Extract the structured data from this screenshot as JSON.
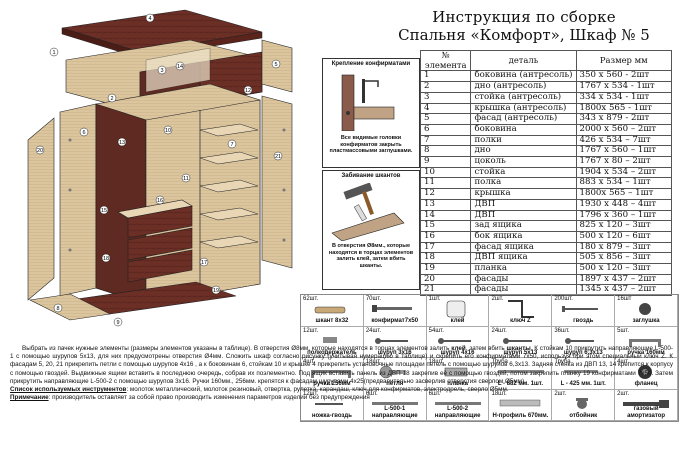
{
  "title": {
    "line1": "Инструкция по сборке",
    "line2": "Спальня «Комфорт», Шкаф № 5"
  },
  "callouts": {
    "confirmat": {
      "caption": "Крепление конфирматами",
      "note": "Все видимые головки конфирматов закрыть пластмассовыми заглушками."
    },
    "dowels": {
      "caption": "Забивание шкантов",
      "note": "В отверстия Ø8мм., которые находятся в торцах элементов залить клей, затем вбить шканты."
    }
  },
  "parts_table": {
    "headers": [
      "№ элемента",
      "деталь",
      "Размер мм"
    ],
    "rows": [
      [
        "1",
        "боковина (антресоль)",
        "350 х 560 - 2шт"
      ],
      [
        "2",
        "дно (антресоль)",
        "1767 х 534 - 1шт"
      ],
      [
        "3",
        "стойка (антресоль)",
        "334 х 534 - 1шт"
      ],
      [
        "4",
        "крышка (антресоль)",
        "1800х 565 - 1шт"
      ],
      [
        "5",
        "фасад (антресоль)",
        "343 х 879 - 2шт"
      ],
      [
        "6",
        "боковина",
        "2000 х 560 – 2шт"
      ],
      [
        "7",
        "полки",
        "426 х 534 – 7шт"
      ],
      [
        "8",
        "дно",
        "1767 х 560 – 1шт"
      ],
      [
        "9",
        "цоколь",
        "1767 х 80 – 2шт"
      ],
      [
        "10",
        "стойка",
        "1904 х 534 – 2шт"
      ],
      [
        "11",
        "полка",
        "883 х 534 – 1шт"
      ],
      [
        "12",
        "крышка",
        "1800х 565 – 1шт"
      ],
      [
        "13",
        "ДВП",
        "1930 х 448 – 4шт"
      ],
      [
        "14",
        "ДВП",
        "1796 х 360 – 1шт"
      ],
      [
        "15",
        "зад ящика",
        "825 х 120 – 3шт"
      ],
      [
        "16",
        "бок ящика",
        "500 х 120 – 6шт"
      ],
      [
        "17",
        "фасад ящика",
        "180 х 879 – 3шт"
      ],
      [
        "18",
        "ДВП ящика",
        "505 х 856 – 3шт"
      ],
      [
        "19",
        "планка",
        "500 х 120 – 3шт"
      ],
      [
        "20",
        "фасады",
        "1897 х 437 – 2шт"
      ],
      [
        "21",
        "фасады",
        "1345 х 437 – 2шт"
      ]
    ]
  },
  "hardware": [
    {
      "qty": "62шт.",
      "name": "шкант 8х32"
    },
    {
      "qty": "70шт.",
      "name": "конфирмат7х50"
    },
    {
      "qty": "1шт.",
      "name": "клей"
    },
    {
      "qty": "2шт.",
      "name": "ключ Z"
    },
    {
      "qty": "200шт.",
      "name": "гвоздь"
    },
    {
      "qty": "16шт",
      "name": "заглушка"
    },
    {
      "qty": "12шт.",
      "name": "полкодержатель"
    },
    {
      "qty": "24шт.",
      "name": "шуруп 3х16"
    },
    {
      "qty": "54шт.",
      "name": "шуруп 4х16"
    },
    {
      "qty": "24шт.",
      "name": "шуруп 5х13"
    },
    {
      "qty": "36шт.",
      "name": "шуруп 6,3х13"
    },
    {
      "qty": "5шт.",
      "name": "ручка 160мм"
    },
    {
      "qty": "4шт.",
      "name": "ручка 256мм"
    },
    {
      "qty": "18шт.",
      "name": "петля"
    },
    {
      "qty": "18шт.",
      "name": "планка"
    },
    {
      "qty": "Труба",
      "name": "L - 882 мм. 1шт."
    },
    {
      "qty": "Труба",
      "name": "L - 425 мм. 1шт."
    },
    {
      "qty": "4шт.",
      "name": "фланец"
    },
    {
      "qty": "12шт.",
      "name": "ножка-гвоздь"
    },
    {
      "qty": "6шт.",
      "name": "L-500-1 направляющие"
    },
    {
      "qty": "6шт.",
      "name": "L-500-2 направляющие"
    },
    {
      "qty": "18шт.",
      "name": "Н-профиль 670мм."
    },
    {
      "qty": "2шт.",
      "name": "отбойник"
    },
    {
      "qty": "2шт.",
      "name": "газовый амортизатор"
    }
  ],
  "labels": {
    "l1": "1",
    "l2": "2",
    "l3": "3",
    "l4": "4",
    "l5": "5",
    "l6": "6",
    "l7": "7",
    "l8": "8",
    "l9": "9",
    "l10": "10",
    "l11": "11",
    "l12": "12",
    "l13": "13",
    "l14": "14",
    "l15": "15",
    "l16": "16",
    "l17": "17",
    "l18": "18",
    "l19": "19",
    "l20": "20",
    "l21": "21"
  },
  "instructions": {
    "p1a": "Выбрать из пачек нужные элементы (размеры элементов указаны в таблице). В отверстия Ø8мм, которые находятся в торцах элементов залить",
    "p1b_pre": "",
    "p1b_bold1": "клей",
    "p1b_mid": ", затем вбить",
    "p1b_bold2": "шканты",
    "p1b_post": ". К стойкам 10 прикрутить направляющие L-500-1 с помощью шурупов 5х13, для них предусмотрены отверстия Ø4мм. Сложить шкаф согласно рисунку (учитывая нумерацию в таблице) и скрепить его конфирматами 7х50, используя при этом специальный ключ Z. К фасадам 5, 20, 21 прикрепить петли с помощью шурупов 4х16 , а к боковинам 6, стойкам 10 и крышке 4 прикрепить установочные площадки петель с помощью шурупов 6,3х13. Задняя стенка из ДВП 13, 14 крепится к корпусу с помощью гвоздей. Выдвижные ящики вставить в последнюю очередь, собрав их поэлементно. Под ящик вставить панель из ДВП 18 закрепив её с помощью гвоздей, потом закрепить планку 19 конфирматами 7х50. Затем прикрутить направляющие L-500-2 с помощью шурупов 3х16. Ручки 160мм., 256мм. крепятся к фасадам шурупами 4х25(предварительно засверлив отверстия сверлом Ø5мм).",
    "tools_label": "Список используемых  инструментов",
    "tools_text": ": молоток металлический, молоток резиновый, отвертка, рулетка, карандаш, ключ для конфирматов, электродрель, сверло Ø5мм.",
    "note_label": "Примечание",
    "note_text": ": производитель оставляет за собой право производить изменения параметров изделий без предупреждения"
  }
}
